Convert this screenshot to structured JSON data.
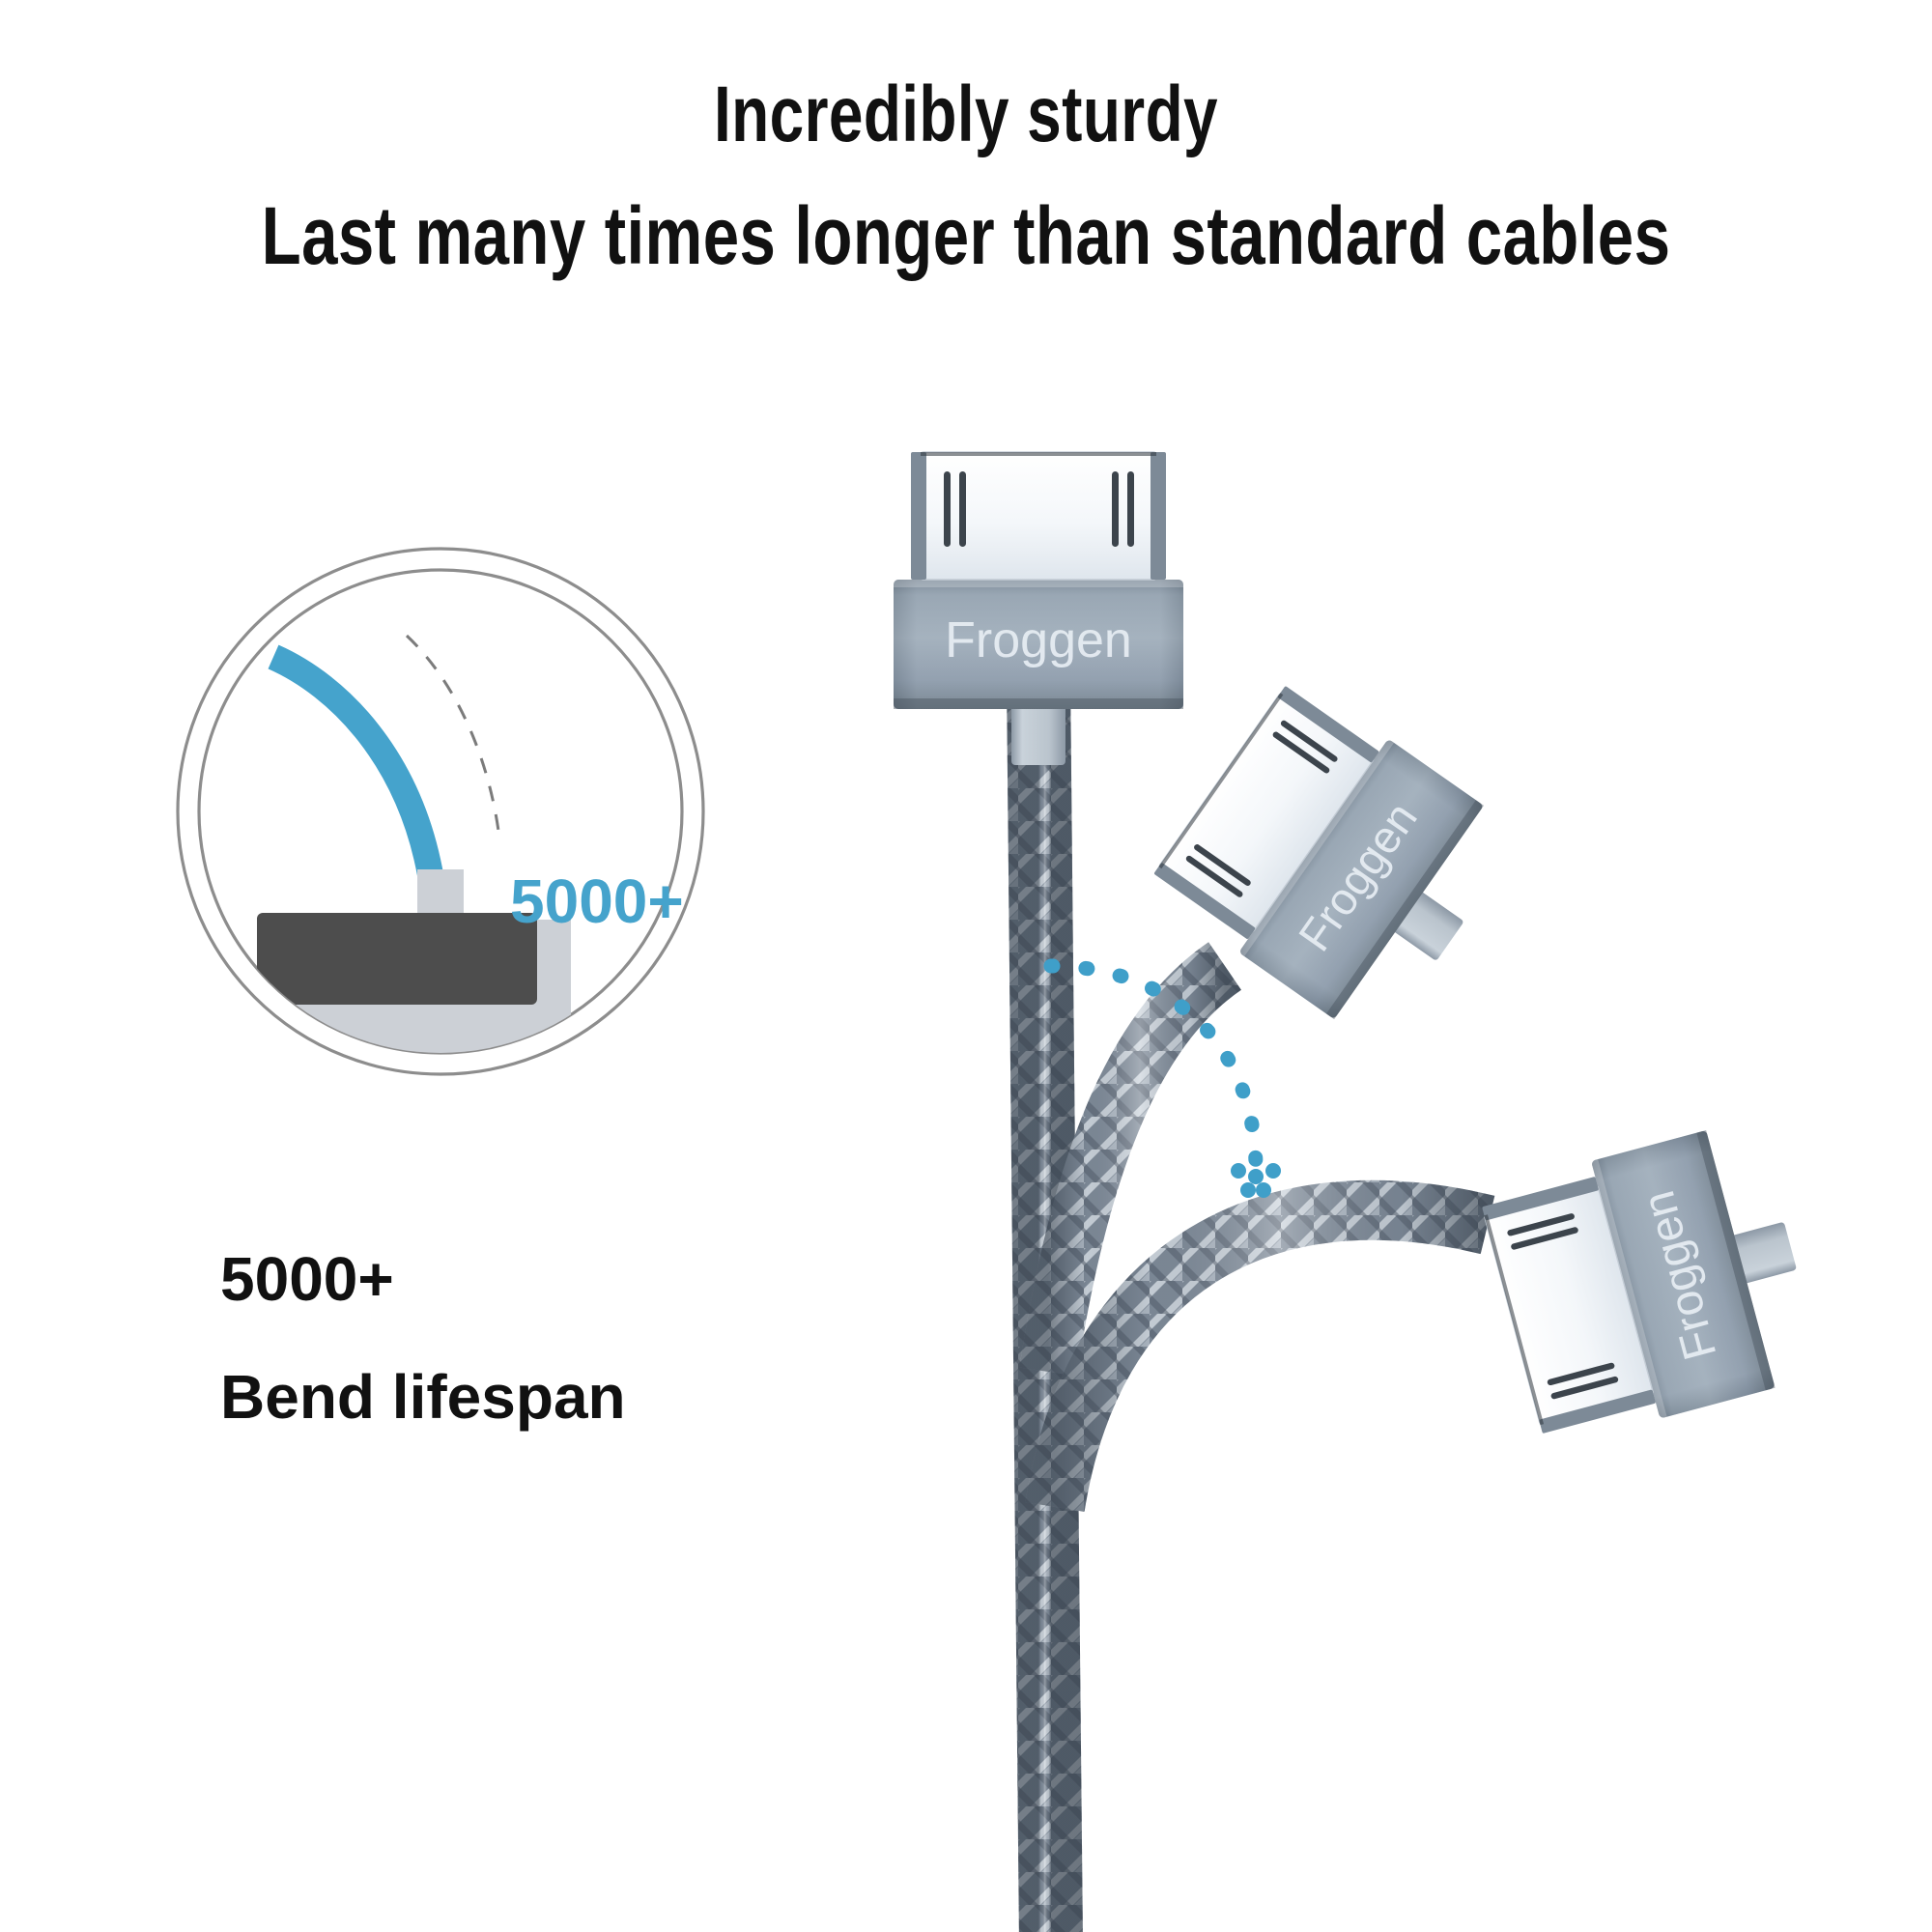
{
  "headline": {
    "line1": "Incredibly sturdy",
    "line2": "Last many times longer than standard cables"
  },
  "badge": {
    "bend_count_label": "5000+",
    "caption_count": "5000+",
    "caption_text": "Bend lifespan"
  },
  "product": {
    "brand": "Froggen",
    "connectors": [
      {
        "label": "Froggen",
        "position": "top",
        "rotation_deg": 0
      },
      {
        "label": "Froggen",
        "position": "middle-right",
        "rotation_deg": -55
      },
      {
        "label": "Froggen",
        "position": "bottom-right",
        "rotation_deg": -105
      }
    ]
  },
  "colors": {
    "accent_blue": "#45a3cc",
    "dotted_arrow_blue": "#3f9fc9",
    "ring_gray": "#8d8d8d",
    "device_dark": "#4d4d4d",
    "device_base": "#ccd0d6",
    "connector_body": "#92a0ad",
    "connector_tip": "#f2f5f8",
    "cable_braid": "#7a8694",
    "text_black": "#111111"
  }
}
